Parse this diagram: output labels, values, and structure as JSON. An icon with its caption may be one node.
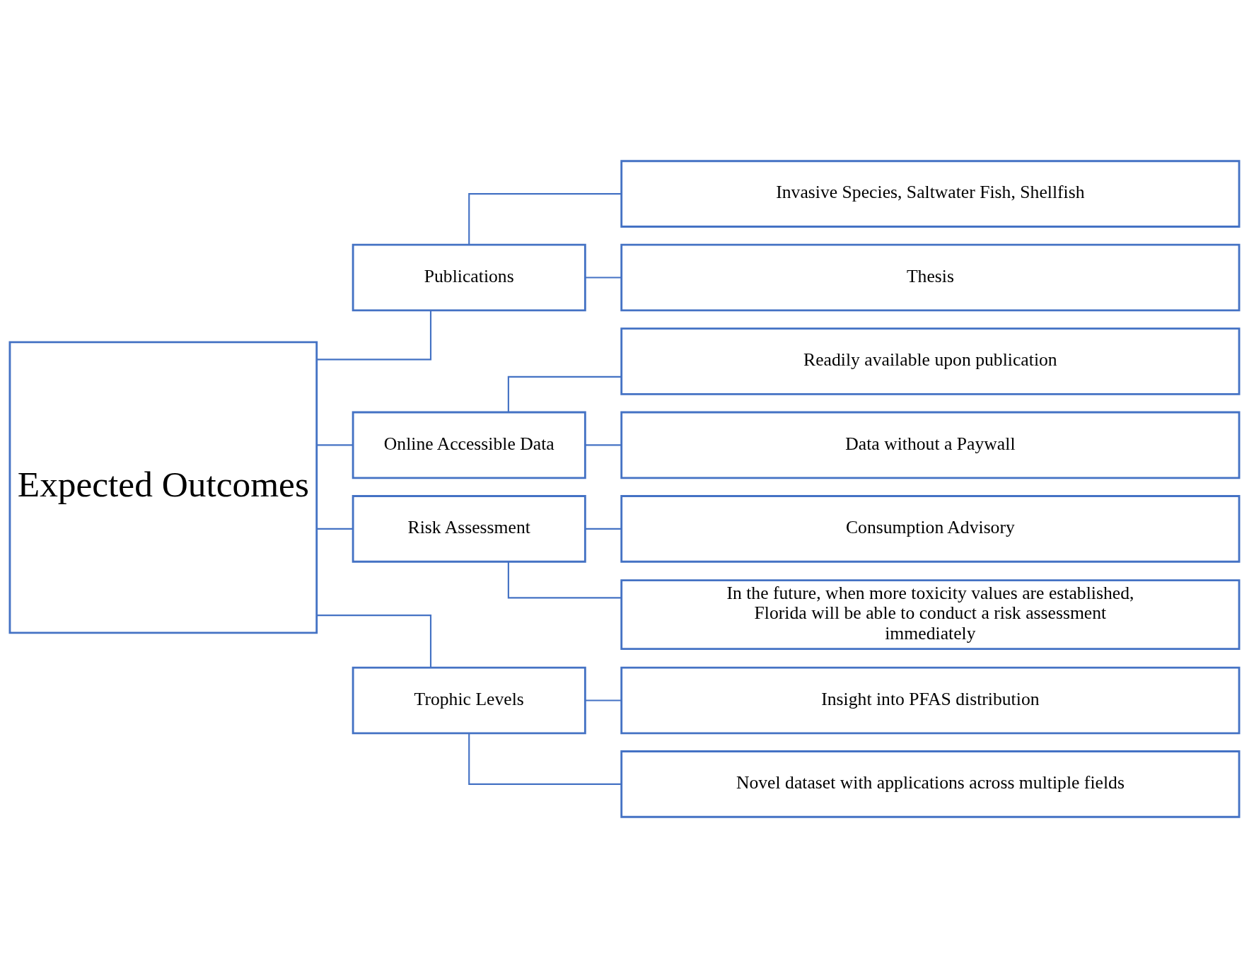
{
  "diagram": {
    "nodes": [
      {
        "text": [
          "Expected Outcomes"
        ]
      },
      {
        "text": [
          "Publications"
        ]
      },
      {
        "text": [
          "Invasive Species, Saltwater Fish, Shellfish"
        ]
      },
      {
        "text": [
          "Thesis"
        ]
      },
      {
        "text": [
          "Online Accessible Data"
        ]
      },
      {
        "text": [
          "Readily available upon publication"
        ]
      },
      {
        "text": [
          "Data without a Paywall"
        ]
      },
      {
        "text": [
          "Risk Assessment"
        ]
      },
      {
        "text": [
          "Consumption Advisory"
        ]
      },
      {
        "text": [
          "In the future, when more toxicity values are established, Florida will be able to conduct a risk assessment immediately"
        ]
      },
      {
        "text": [
          "Trophic Levels"
        ]
      },
      {
        "text": [
          "Insight into PFAS distribution"
        ]
      },
      {
        "text": [
          "Novel dataset with applications across multiple fields"
        ]
      }
    ],
    "edges": [
      {
        "from": 0,
        "to": 1,
        "arrow": "none"
      },
      {
        "from": 0,
        "to": 4,
        "arrow": "none"
      },
      {
        "from": 0,
        "to": 7,
        "arrow": "none"
      },
      {
        "from": 0,
        "to": 10,
        "arrow": "none"
      },
      {
        "from": 1,
        "to": 2,
        "arrow": "none"
      },
      {
        "from": 1,
        "to": 3,
        "arrow": "none"
      },
      {
        "from": 4,
        "to": 5,
        "arrow": "none"
      },
      {
        "from": 4,
        "to": 6,
        "arrow": "none"
      },
      {
        "from": 7,
        "to": 8,
        "arrow": "none"
      },
      {
        "from": 7,
        "to": 9,
        "arrow": "none"
      },
      {
        "from": 10,
        "to": 11,
        "arrow": "none"
      },
      {
        "from": 10,
        "to": 12,
        "arrow": "none"
      }
    ]
  }
}
